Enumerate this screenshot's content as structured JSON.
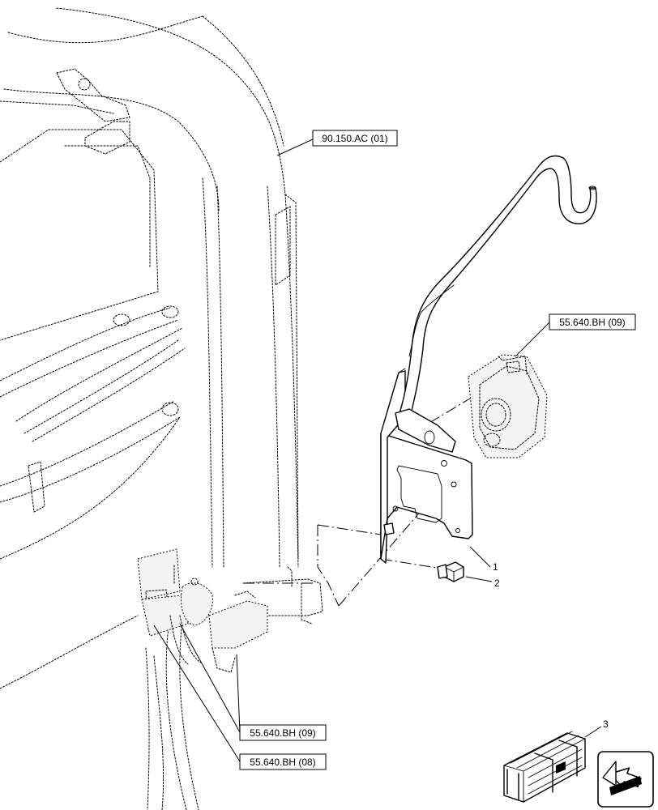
{
  "refs": [
    {
      "id": "ref-90-150-ac-01",
      "label": "90.150.AC (01)"
    },
    {
      "id": "ref-55-640-bh-09-upper",
      "label": "55.640.BH (09)"
    },
    {
      "id": "ref-55-640-bh-09-lower",
      "label": "55.640.BH (09)"
    },
    {
      "id": "ref-55-640-bh-08",
      "label": "55.640.BH (08)"
    }
  ],
  "callouts": [
    {
      "id": "callout-1",
      "label": "1"
    },
    {
      "id": "callout-2",
      "label": "2"
    },
    {
      "id": "callout-3",
      "label": "3"
    }
  ],
  "icons": [
    "kit-box-icon",
    "navigation-arrow-icon"
  ]
}
